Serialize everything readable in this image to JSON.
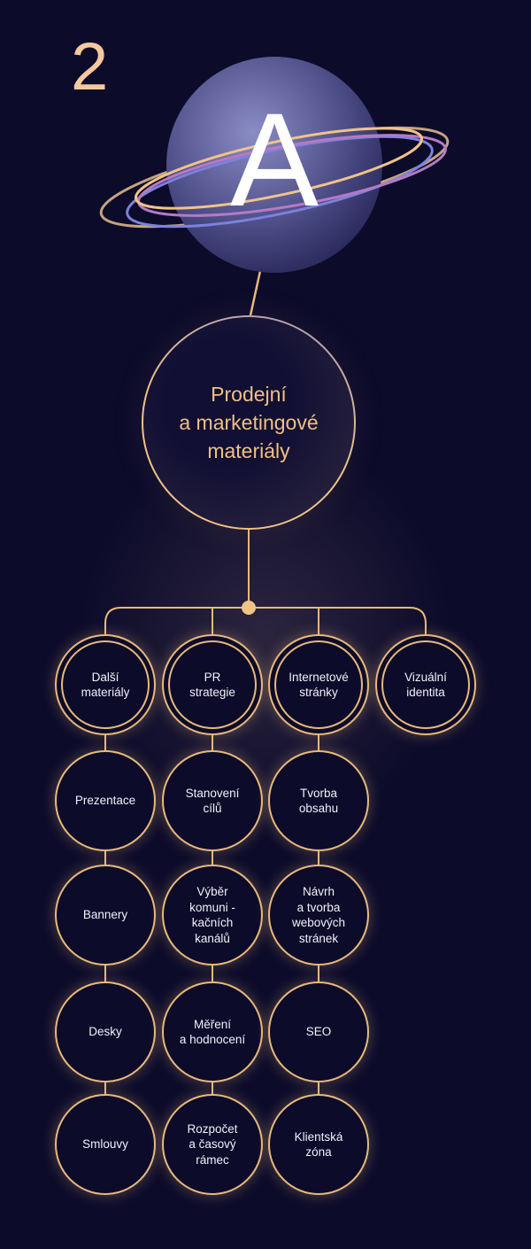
{
  "section_number": "2",
  "logo_letter": "A",
  "main_topic": "Prodejní\na marketingové\nmateriály",
  "colors": {
    "background": "#0c0b2a",
    "accent": "#e9b97a",
    "text_main": "#f0c083",
    "planet": "#5a5a94"
  },
  "columns": [
    {
      "title": "Další\nmateriály",
      "items": [
        "Prezentace",
        "Bannery",
        "Desky",
        "Smlouvy"
      ]
    },
    {
      "title": "PR\nstrategie",
      "items": [
        "Stanovení\ncílů",
        "Výběr\nkomuni -\nkačních\nkanálů",
        "Měření\na hodnocení",
        "Rozpočet\na časový\nrámec"
      ]
    },
    {
      "title": "Internetové\nstránky",
      "items": [
        "Tvorba\nobsahu",
        "Návrh\na tvorba\nwebových\nstránek",
        "SEO",
        "Klientská\nzóna"
      ]
    },
    {
      "title": "Vizuální\nidentita",
      "items": []
    }
  ]
}
